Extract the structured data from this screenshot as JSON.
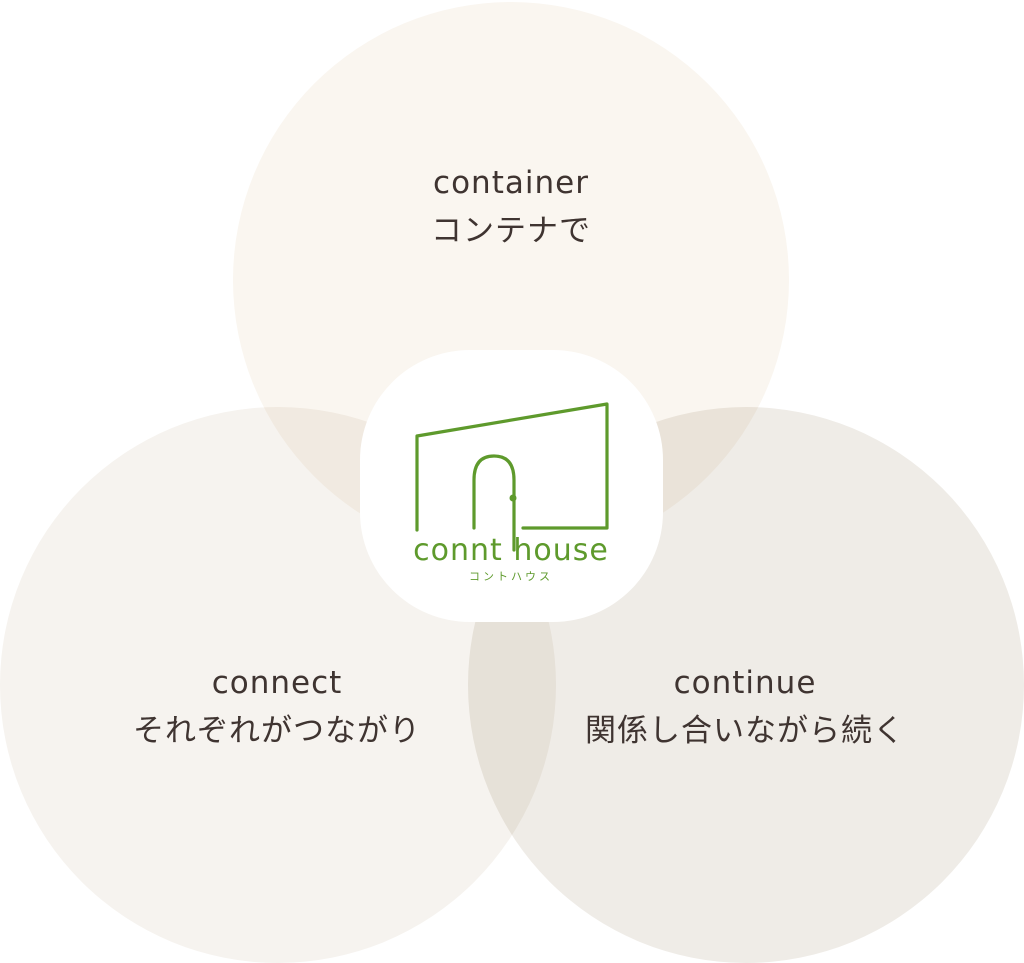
{
  "colors": {
    "top": "#faf6f0",
    "left": "#f6f3ef",
    "right": "#efece7",
    "logo_green": "#5e9a2c",
    "text": "#3f3431"
  },
  "circles": [
    {
      "en": "container",
      "ja": "コンテナで"
    },
    {
      "en": "connect",
      "ja": "それぞれがつながり"
    },
    {
      "en": "continue",
      "ja": "関係し合いながら続く"
    }
  ],
  "logo": {
    "name": "connt house",
    "kana": "コントハウス"
  }
}
